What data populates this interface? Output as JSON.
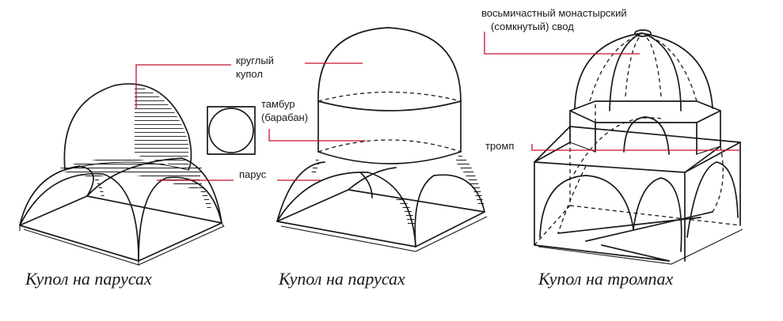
{
  "labels": {
    "dome_round": [
      "круглый",
      "купол"
    ],
    "drum": [
      "тамбур",
      "(барабан)"
    ],
    "pendentive": "парус",
    "cloister_vault": [
      "восьмичастный монастырский",
      "(сомкнутый) свод"
    ],
    "squinch": "тромп"
  },
  "captions": {
    "left": "Купол на парусах",
    "middle": "Купол на парусах",
    "right": "Купол на тромпах"
  },
  "colors": {
    "ink": "#1a1a1a",
    "leader": "#c8102e",
    "background": "#ffffff"
  }
}
